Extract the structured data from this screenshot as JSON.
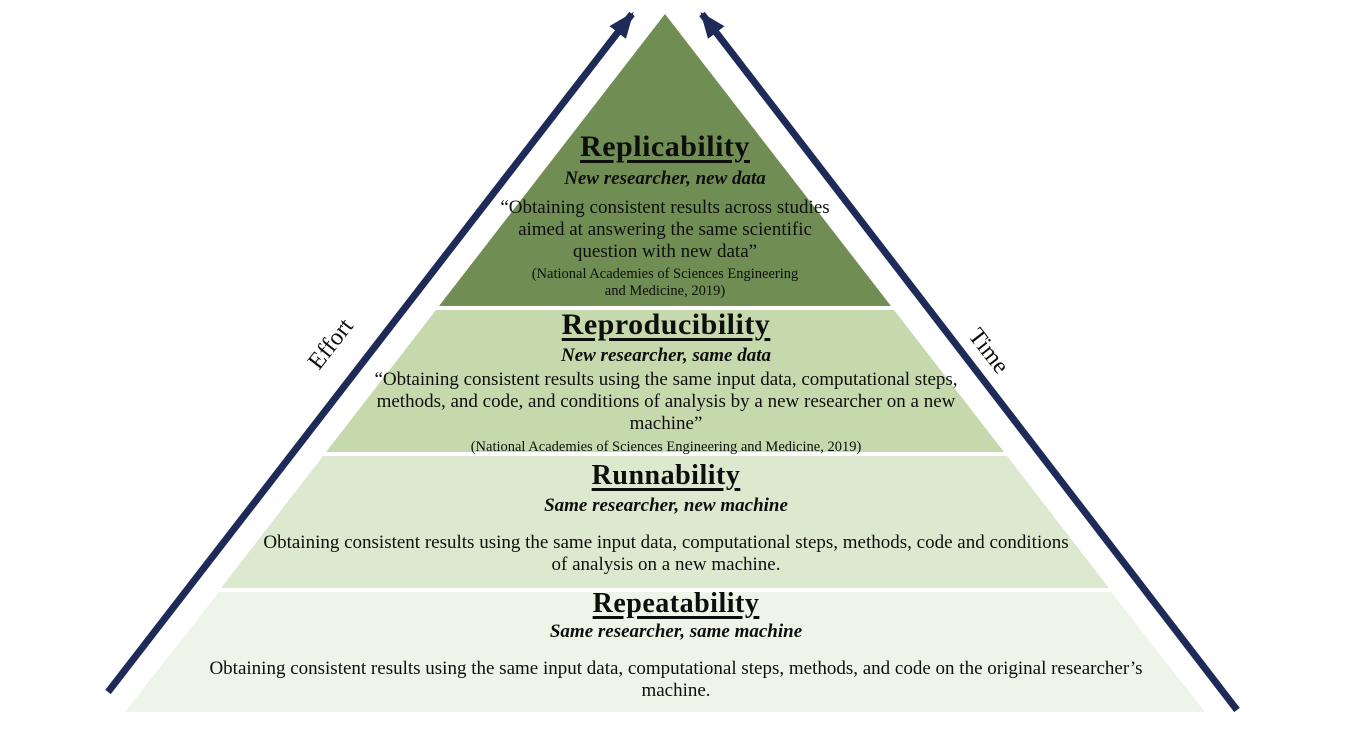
{
  "diagram": {
    "axes": {
      "left": "Effort",
      "right": "Time"
    },
    "levels": [
      {
        "title": "Replicability",
        "subtitle": "New researcher, new data",
        "description": "“Obtaining consistent results across studies aimed at answering the same scientific question with new data”",
        "citation": "(National Academies of Sciences Engineering and Medicine, 2019)"
      },
      {
        "title": "Reproducibility",
        "subtitle": "New researcher, same data",
        "description": "“Obtaining consistent results using the same input data, computational steps, methods, and code, and conditions of analysis by a new researcher on a new machine”",
        "citation": "(National Academies of Sciences Engineering and Medicine, 2019)"
      },
      {
        "title": "Runnability",
        "subtitle": "Same researcher, new machine",
        "description": "Obtaining consistent results using the same input data, computational steps, methods, code and conditions of analysis on a new machine."
      },
      {
        "title": "Repeatability",
        "subtitle": "Same researcher, same machine",
        "description": "Obtaining consistent results using the same input data, computational steps, methods, and code on the original researcher’s machine."
      }
    ]
  },
  "colors": {
    "arrow": "#1e2b58",
    "level1": "#708d53",
    "level2": "#c5d9ad",
    "level3": "#dde9cf",
    "level4": "#eef4e7"
  }
}
